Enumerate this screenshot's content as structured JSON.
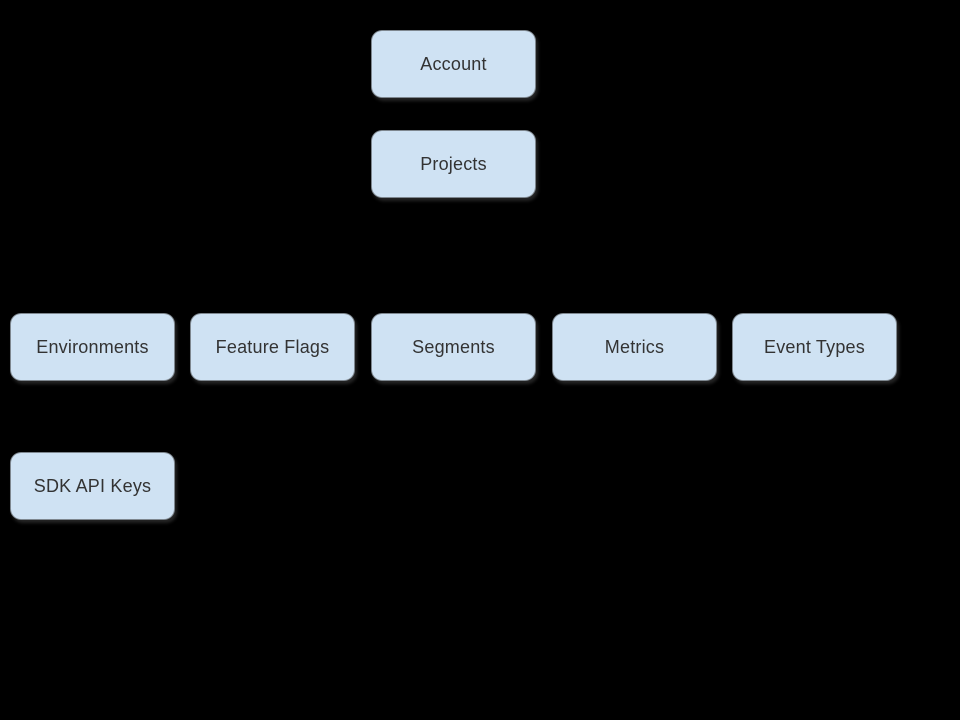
{
  "diagram": {
    "background_color": "#000000",
    "node_fill_color": "#cfe2f3",
    "node_text_color": "#333333",
    "nodes": [
      {
        "label": "Account"
      },
      {
        "label": "Projects"
      },
      {
        "label": "Environments"
      },
      {
        "label": "Feature Flags"
      },
      {
        "label": "Segments"
      },
      {
        "label": "Metrics"
      },
      {
        "label": "Event Types"
      },
      {
        "label": "SDK API Keys"
      }
    ]
  }
}
